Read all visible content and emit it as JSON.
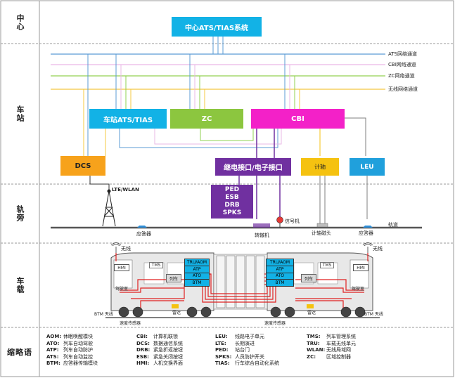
{
  "zones": {
    "center": "中心",
    "station": "车站",
    "trackside": "轨旁",
    "onboard": "车载",
    "abbr": "缩略语"
  },
  "center_box": "中心ATS/TIAS系统",
  "networks": [
    {
      "label": "ATS网络通道",
      "color": "#5b9bd5"
    },
    {
      "label": "CBI网络通道",
      "color": "#e9b8e6"
    },
    {
      "label": "ZC网络通道",
      "color": "#92d050"
    },
    {
      "label": "无线网络通道",
      "color": "#f4c842"
    }
  ],
  "station_boxes": {
    "ats": "车站ATS/TIAS",
    "zc": "ZC",
    "cbi": "CBI",
    "dcs": "DCS",
    "relay": "继电接口/电子接口",
    "axle": "计轴",
    "leu": "LEU"
  },
  "colors": {
    "cyan": "#12b2e6",
    "green": "#8cc63f",
    "magenta": "#f321c8",
    "orange": "#f7a21b",
    "purple": "#7030a0",
    "amber": "#f5c210",
    "blue": "#20a0dc"
  },
  "trackside": {
    "ped_box": [
      "PED",
      "ESB",
      "DRB",
      "SPKS"
    ],
    "lte": "LTE/WLAN",
    "signal": "信号机",
    "switch": "转辙机",
    "balise1": "应答器",
    "balise2": "应答器",
    "axle_head": "计轴磁头",
    "track": "轨道"
  },
  "train": {
    "wireless_l": "无线",
    "wireless_r": "无线",
    "hmi_l": "HMI",
    "hmi_r": "HMI",
    "tms_l": "TMS",
    "tms_r": "TMS",
    "cab_l": "驾驶室",
    "cab_r": "驾驶室",
    "train_l": "列车",
    "train_r": "列车",
    "unit_l": [
      "TRU/AOM",
      "ATP",
      "ATO",
      "BTM"
    ],
    "unit_r": [
      "TRU/AOM",
      "ATP",
      "ATO",
      "BTM"
    ],
    "btm_l": "BTM 天线",
    "btm_r": "BTM 天线",
    "speed_l": "速度传感器",
    "speed_r": "速度传感器",
    "radar_l": "雷达",
    "radar_r": "雷达"
  },
  "legend": [
    [
      [
        "AOM:",
        "休眠唤醒模块"
      ],
      [
        "ATO:",
        "列车自动驾驶"
      ],
      [
        "ATP:",
        "列车自动防护"
      ],
      [
        "ATS:",
        "列车自动监控"
      ],
      [
        "BTM:",
        "应答器传输模块"
      ]
    ],
    [
      [
        "CBI:",
        "计算机联锁"
      ],
      [
        "DCS:",
        "数据通信系统"
      ],
      [
        "DRB:",
        "紧急折返按钮"
      ],
      [
        "ESB:",
        "紧急关闭按钮"
      ],
      [
        "HMI:",
        "人机交换界面"
      ]
    ],
    [
      [
        "LEU:",
        "线路电子单元"
      ],
      [
        "LTE:",
        "长期演进"
      ],
      [
        "PED:",
        "站台门"
      ],
      [
        "SPKS:",
        "人员防护开关"
      ],
      [
        "TIAS:",
        "行车综合自动化系统"
      ]
    ],
    [
      [
        "TMS:",
        "列车管理系统"
      ],
      [
        "TRU:",
        "车载无线单元"
      ],
      [
        "WLAN:",
        "无线局域网"
      ],
      [
        "ZC:",
        "区域控制器"
      ]
    ]
  ]
}
